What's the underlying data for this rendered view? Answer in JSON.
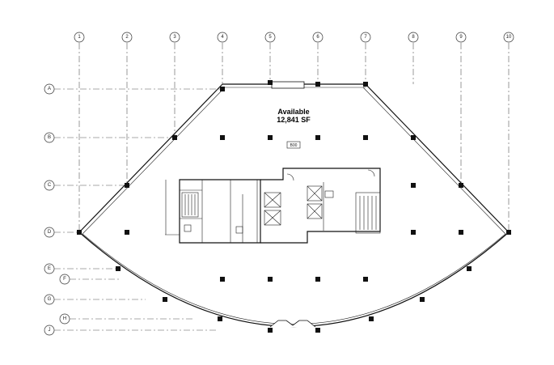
{
  "columns": [
    "1",
    "2",
    "3",
    "4",
    "5",
    "6",
    "7",
    "8",
    "9",
    "10"
  ],
  "rows": [
    "A",
    "B",
    "C",
    "D",
    "E",
    "F",
    "G",
    "H",
    "J"
  ],
  "space": {
    "status": "Available",
    "area": "12,841 SF"
  },
  "room_tag": "B00"
}
